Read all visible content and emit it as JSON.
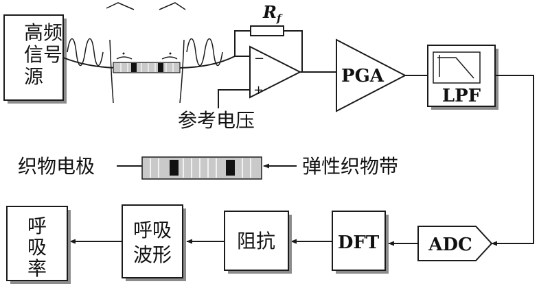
{
  "blocks": {
    "source": [
      "高",
      "频",
      "信",
      "号",
      "源"
    ],
    "pga": "PGA",
    "lpf": "LPF",
    "adc": "ADC",
    "dft": "DFT",
    "impedance": "阻抗",
    "waveform": [
      "呼吸",
      "波形"
    ],
    "rate": [
      "呼",
      "吸",
      "率"
    ]
  },
  "labels": {
    "feedback_resistor": "R",
    "feedback_sub": "f",
    "ref_voltage": "参考电压",
    "electrode": "织物电极",
    "elastic_band": "弹性织物带",
    "minus": "−",
    "plus": "+"
  }
}
